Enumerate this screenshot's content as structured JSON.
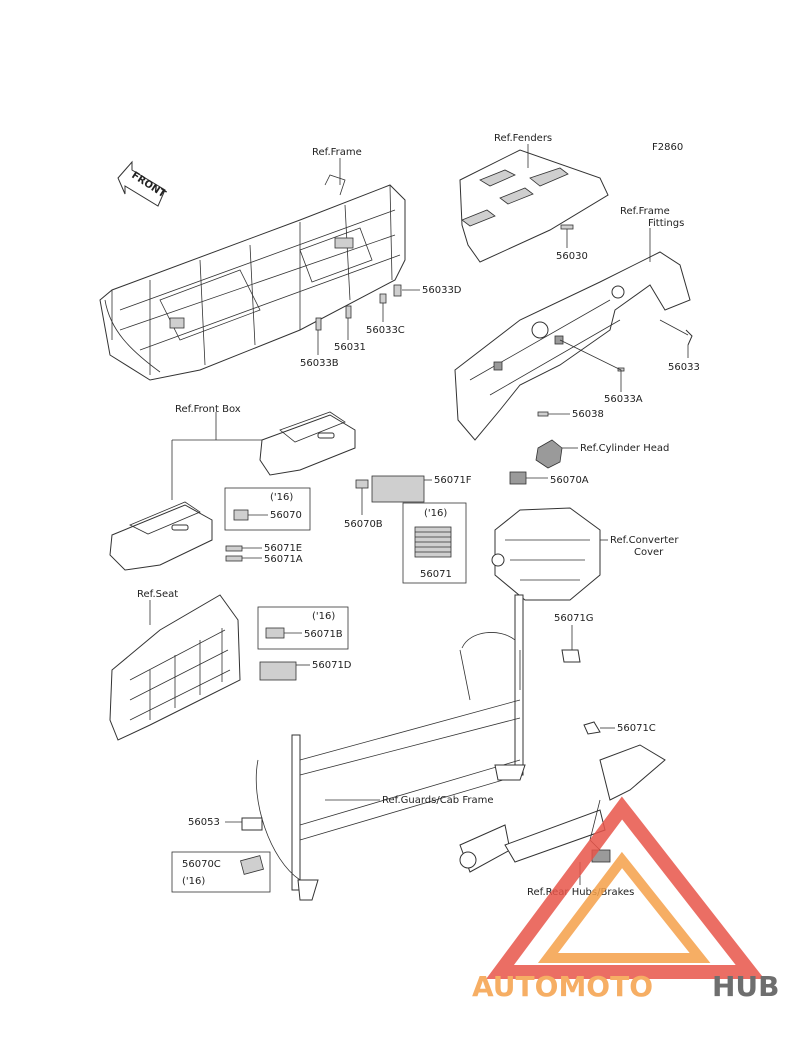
{
  "code": "F2860",
  "front_arrow": "FRONT",
  "refs": {
    "frame": "Ref.Frame",
    "fenders": "Ref.Fenders",
    "frame_fittings_1": "Ref.Frame",
    "frame_fittings_2": "Fittings",
    "front_box": "Ref.Front Box",
    "cylinder_head": "Ref.Cylinder Head",
    "converter_1": "Ref.Converter",
    "converter_2": "Cover",
    "seat": "Ref.Seat",
    "guards": "Ref.Guards/Cab Frame",
    "rear_hubs": "Ref.Rear Hubs/Brakes"
  },
  "parts": {
    "p56033D": "56033D",
    "p56031": "56031",
    "p56033C": "56033C",
    "p56033B": "56033B",
    "p56030": "56030",
    "p56033": "56033",
    "p56033A": "56033A",
    "p56038": "56038",
    "p56070A": "56070A",
    "p56071F": "56071F",
    "p56070B": "56070B",
    "p56070": "56070",
    "p56071E": "56071E",
    "p56071A": "56071A",
    "p56071": "56071",
    "p56071G": "56071G",
    "p56071B": "56071B",
    "p56071D": "56071D",
    "p56071C": "56071C",
    "p56053": "56053",
    "p56070C": "56070C"
  },
  "year_notes": {
    "n1": "('16)",
    "n2": "('16)",
    "n3": "('16)",
    "n4": "('16)"
  },
  "watermark": {
    "part1": "AUTOMOTO",
    "part2": "HUB",
    "color_red": "#e8554a",
    "color_orange": "#f5a04a",
    "color_gray": "#555555"
  }
}
